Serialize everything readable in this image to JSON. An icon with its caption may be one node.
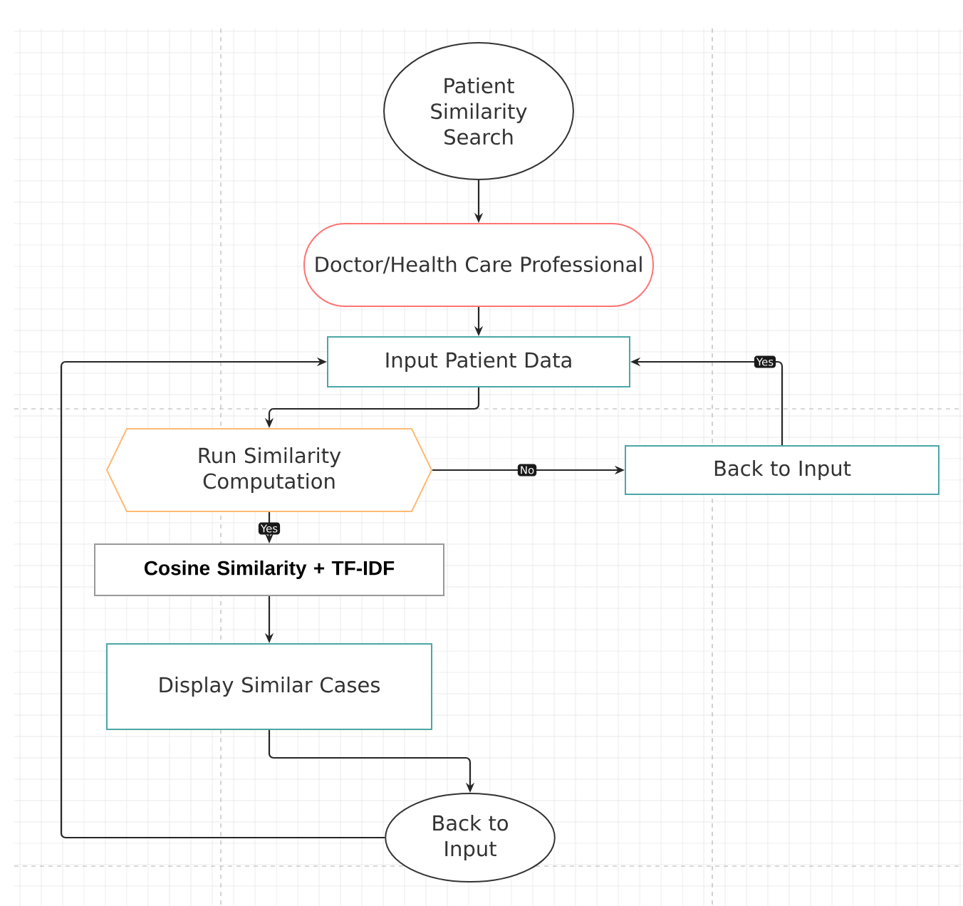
{
  "diagram": {
    "nodes": [
      {
        "text": [
          "Patient Similarity Search"
        ]
      },
      {
        "text": [
          "Doctor/Health Care Professional"
        ]
      },
      {
        "text": [
          "Input Patient Data"
        ]
      },
      {
        "text": [
          "Run Similarity Computation"
        ]
      },
      {
        "text": [
          "Back to Input"
        ]
      },
      {
        "text": [
          "Cosine Similarity + TF-IDF"
        ]
      },
      {
        "text": [
          "Display Similar Cases"
        ]
      },
      {
        "text": [
          "Back to Input"
        ]
      }
    ],
    "edges": [
      {
        "from": 0,
        "to": 1,
        "arrow": "to"
      },
      {
        "from": 1,
        "to": 2,
        "arrow": "to"
      },
      {
        "from": 2,
        "to": 3,
        "arrow": "to"
      },
      {
        "from": 3,
        "to": 4,
        "arrow": "to",
        "label": "No"
      },
      {
        "from": 3,
        "to": 5,
        "arrow": "to",
        "label": "Yes"
      },
      {
        "from": 5,
        "to": 6,
        "arrow": "to"
      },
      {
        "from": 6,
        "to": 7,
        "arrow": "to"
      },
      {
        "from": 7,
        "to": 2,
        "arrow": "to"
      },
      {
        "from": 4,
        "to": 2,
        "arrow": "to",
        "label": "Yes"
      }
    ]
  }
}
